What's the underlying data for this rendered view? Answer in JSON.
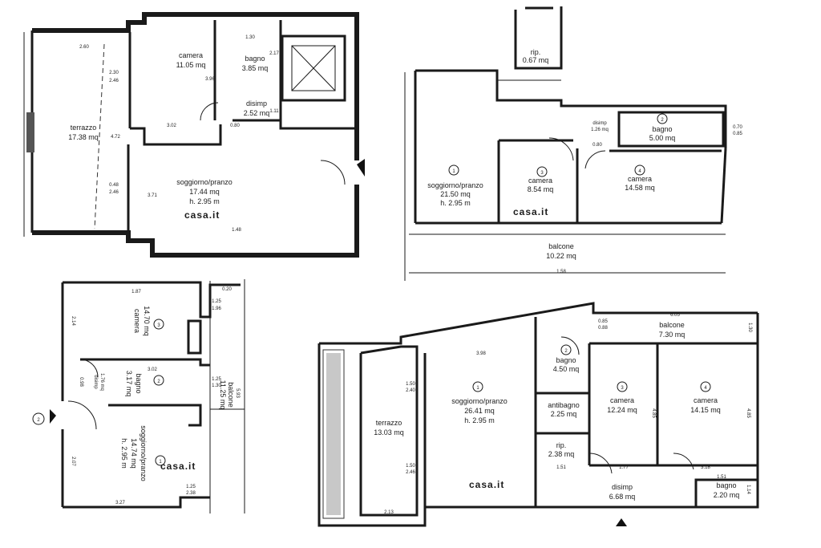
{
  "plans": {
    "plan_a": {
      "rooms": [
        {
          "key": "terrace",
          "name": "terrazzo",
          "area": "17.38 mq"
        },
        {
          "key": "bedroom",
          "name": "camera",
          "area": "11.05 mq"
        },
        {
          "key": "bathroom",
          "name": "bagno",
          "area": "3.85 mq"
        },
        {
          "key": "hall",
          "name": "disimp",
          "area": "2.52 mq"
        },
        {
          "key": "living",
          "name": "soggiorno/pranzo",
          "area": "17.44 mq",
          "height": "h. 2.95 m"
        }
      ],
      "dims": [
        "2.60",
        "2.30",
        "2.46",
        "4.72",
        "3.02",
        "0.80",
        "3.71",
        "1.30",
        "2.17",
        "3.96",
        "1.11",
        "0.48",
        "2.46",
        "1.48"
      ]
    },
    "plan_b": {
      "rooms": [
        {
          "key": "storage",
          "name": "rip.",
          "area": "0.67 mq"
        },
        {
          "key": "living",
          "num": "1",
          "name": "soggiorno/pranzo",
          "area": "21.50 mq",
          "height": "h. 2.95 m"
        },
        {
          "key": "bedroom1",
          "num": "3",
          "name": "camera",
          "area": "8.54 mq"
        },
        {
          "key": "bedroom2",
          "num": "4",
          "name": "camera",
          "area": "14.58 mq"
        },
        {
          "key": "bathroom",
          "num": "2",
          "name": "bagno",
          "area": "5.00 mq"
        },
        {
          "key": "hall",
          "name": "disimp",
          "area": "1.26 mq"
        },
        {
          "key": "balcony",
          "name": "balcone",
          "area": "10.22 mq"
        }
      ],
      "dims": [
        "0.70",
        "0.85",
        "0.80",
        "1.58"
      ]
    },
    "plan_c": {
      "rooms": [
        {
          "key": "bedroom",
          "num": "3",
          "name": "camera",
          "area": "14.70 mq"
        },
        {
          "key": "bathroom",
          "num": "2",
          "name": "bagno",
          "area": "3.17 mq"
        },
        {
          "key": "hall",
          "name": "disimp",
          "area": "1.76 mq"
        },
        {
          "key": "living",
          "num": "1",
          "name": "soggiorno/pranzo",
          "area": "14.74 mq",
          "height": "h. 2.95 m"
        },
        {
          "key": "balcony",
          "name": "balcone",
          "area": "11.25 mq"
        }
      ],
      "dims": [
        "1.87",
        "0.20",
        "1.25",
        "1.96",
        "2.14",
        "3.02",
        "1.25",
        "1.30",
        "0.98",
        "1.25",
        "2.38",
        "3.27",
        "2.07",
        "5.93"
      ],
      "entry_mark": "2"
    },
    "plan_d": {
      "rooms": [
        {
          "key": "terrace",
          "name": "terrazzo",
          "area": "13.03 mq"
        },
        {
          "key": "living",
          "num": "1",
          "name": "soggiorno/pranzo",
          "area": "26.41 mq",
          "height": "h. 2.95 m"
        },
        {
          "key": "bathroom1",
          "num": "2",
          "name": "bagno",
          "area": "4.50 mq"
        },
        {
          "key": "antebath",
          "name": "antibagno",
          "area": "2.25 mq"
        },
        {
          "key": "storage",
          "name": "rip.",
          "area": "2.38 mq"
        },
        {
          "key": "bedroom1",
          "num": "3",
          "name": "camera",
          "area": "12.24 mq"
        },
        {
          "key": "bedroom2",
          "num": "4",
          "name": "camera",
          "area": "14.15 mq"
        },
        {
          "key": "balcony",
          "name": "balcone",
          "area": "7.30 mq"
        },
        {
          "key": "hall",
          "name": "disimp",
          "area": "6.68 mq"
        },
        {
          "key": "bathroom2",
          "name": "bagno",
          "area": "2.20 mq"
        }
      ],
      "dims": [
        "6.05",
        "0.85",
        "0.88",
        "3.98",
        "1.50",
        "2.40",
        "1.50",
        "2.46",
        "1.77",
        "3.18",
        "4.85",
        "4.85",
        "2.13",
        "1.51",
        "1.30",
        "1.14",
        "1.51"
      ]
    }
  },
  "watermark": "casa.it",
  "colors": {
    "wall": "#1a1a1a",
    "text": "#1c1c1c",
    "watermark": "#e6e6e6"
  }
}
